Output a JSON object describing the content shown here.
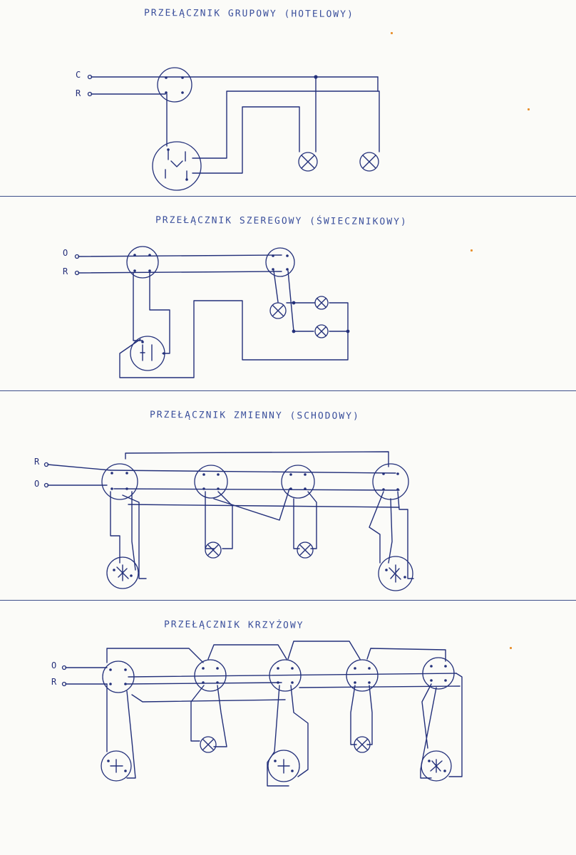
{
  "colors": {
    "paper": "#fbfbf8",
    "ink": "#23307a",
    "ink_title": "#3a4f9c",
    "divider": "#3d4f8a"
  },
  "panels": [
    {
      "title": "PRZEŁĄCZNIK GRUPOWY (HOTELOWY)",
      "terminals": [
        "C",
        "R"
      ]
    },
    {
      "title": "PRZEŁĄCZNIK SZEREGOWY (ŚWIECZNIKOWY)",
      "terminals": [
        "O",
        "R"
      ]
    },
    {
      "title": "PRZEŁĄCZNIK ZMIENNY (SCHODOWY)",
      "terminals": [
        "R",
        "O"
      ]
    },
    {
      "title": "PRZEŁĄCZNIK KRZYŻOWY",
      "terminals": [
        "O",
        "R"
      ]
    }
  ],
  "icons": [
    "junction-box-icon",
    "switch-icon",
    "lamp-icon"
  ]
}
